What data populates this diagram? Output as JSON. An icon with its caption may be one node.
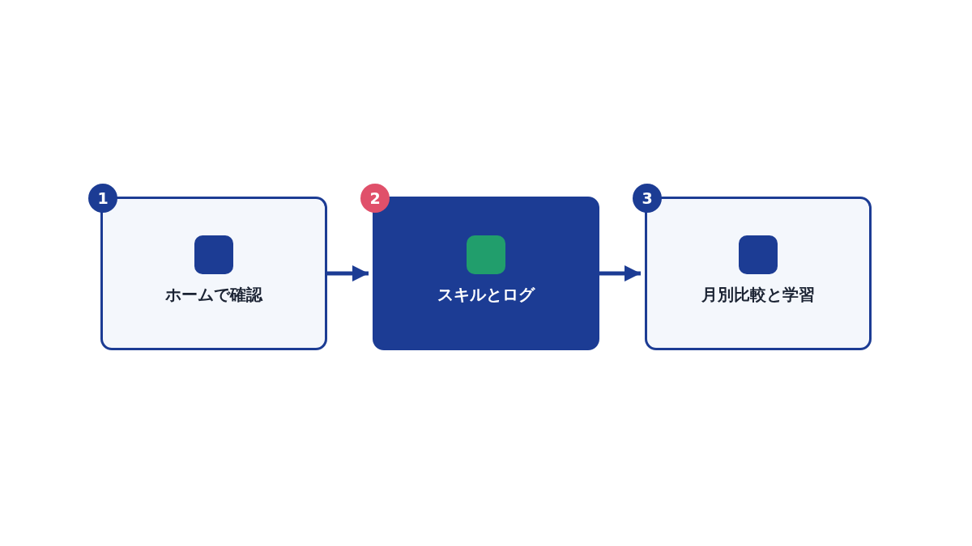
{
  "diagram": {
    "nodes": [
      {
        "text": [
          "1"
        ]
      },
      {
        "text": [
          "ホームで確認"
        ]
      },
      {
        "text": [
          "2"
        ]
      },
      {
        "text": [
          "スキルとログ"
        ]
      },
      {
        "text": [
          "3"
        ]
      },
      {
        "text": [
          "月別比較と学習"
        ]
      }
    ],
    "edges": [
      {
        "from": 1,
        "to": 3,
        "arrow": "to"
      },
      {
        "from": 3,
        "to": 5,
        "arrow": "to"
      }
    ]
  }
}
